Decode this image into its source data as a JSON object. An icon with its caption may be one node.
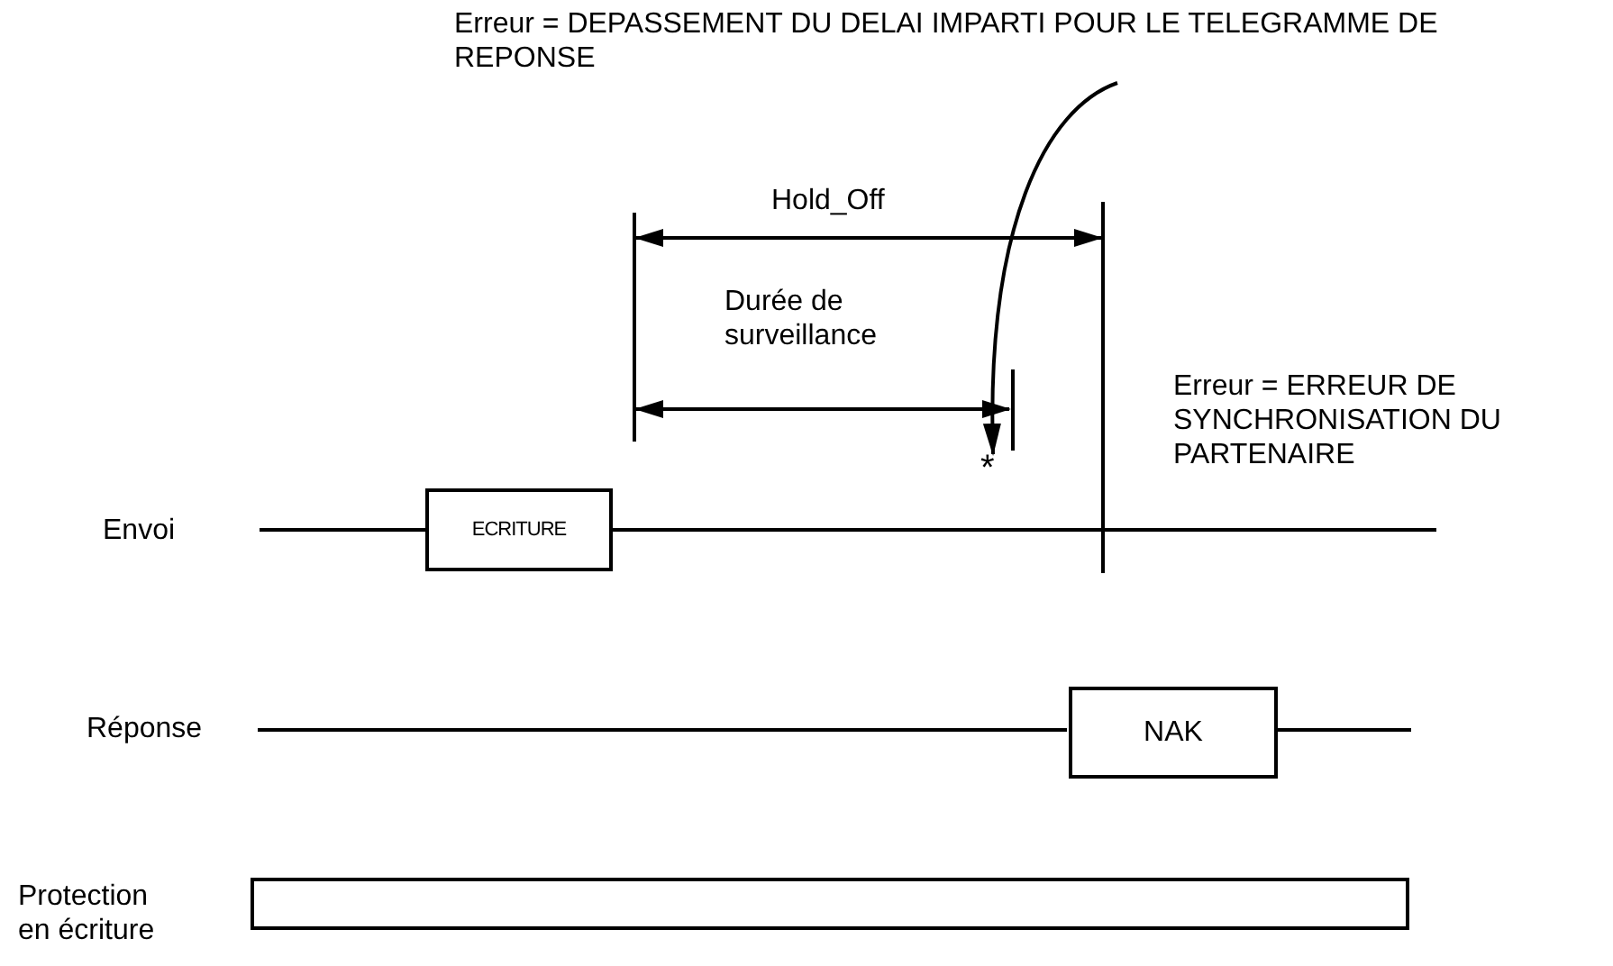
{
  "diagram": {
    "nodes": [
      {
        "text": [
          "ECRITURE"
        ]
      },
      {
        "text": [
          "NAK"
        ]
      },
      {
        "text": [],
        "shape": "bar",
        "beside": [
          "Protection en écriture"
        ]
      },
      {
        "text": [
          "Erreur = DEPASSEMENT DU DELAI IMPARTI POUR LE TELEGRAMME DE REPONSE"
        ]
      },
      {
        "text": [
          "*"
        ]
      }
    ],
    "edges": [
      {
        "from": 3,
        "to": 4,
        "arrow": "to"
      }
    ],
    "labels": [
      "Hold_Off",
      "Durée de surveillance",
      "Erreur = ERREUR DE SYNCHRONISATION DU PARTENAIRE",
      "Envoi",
      "Réponse"
    ]
  }
}
